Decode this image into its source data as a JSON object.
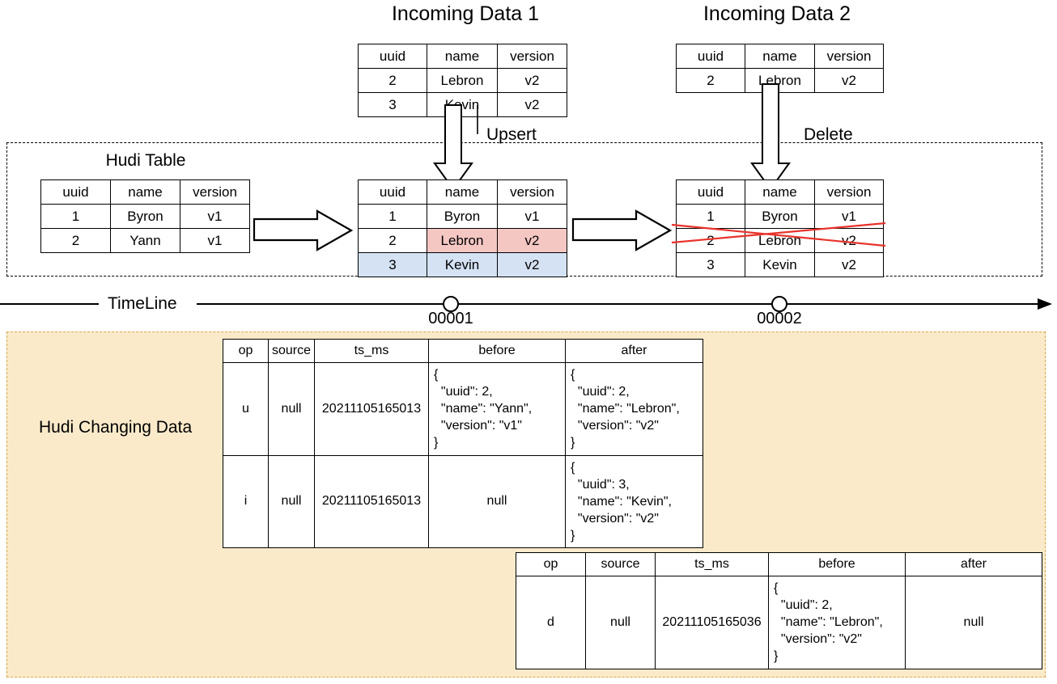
{
  "diagram": {
    "title_incoming_1": "Incoming Data 1",
    "title_incoming_2": "Incoming Data 2",
    "label_hudi_table": "Hudi Table",
    "label_upsert": "Upsert",
    "label_delete": "Delete",
    "label_timeline": "TimeLine",
    "label_changing_data": "Hudi Changing Data",
    "colors": {
      "updated_row": "#f4c7c3",
      "inserted_row": "#d4e2f4",
      "deleted_mark": "#e8332a",
      "cdc_background": "#fbeaca",
      "cdc_border": "#d6a84a",
      "line": "#000000"
    }
  },
  "timeline": {
    "ticks": [
      {
        "label": "00001"
      },
      {
        "label": "00002"
      }
    ]
  },
  "tables": {
    "incoming_1": {
      "headers": [
        "uuid",
        "name",
        "version"
      ],
      "rows": [
        [
          "2",
          "Lebron",
          "v2"
        ],
        [
          "3",
          "Kevin",
          "v2"
        ]
      ]
    },
    "incoming_2": {
      "headers": [
        "uuid",
        "name",
        "version"
      ],
      "rows": [
        [
          "2",
          "Lebron",
          "v2"
        ]
      ]
    },
    "hudi_before": {
      "headers": [
        "uuid",
        "name",
        "version"
      ],
      "rows": [
        [
          "1",
          "Byron",
          "v1"
        ],
        [
          "2",
          "Yann",
          "v1"
        ]
      ]
    },
    "hudi_after_upsert": {
      "headers": [
        "uuid",
        "name",
        "version"
      ],
      "rows": [
        [
          "1",
          "Byron",
          "v1"
        ],
        [
          "2",
          "Lebron",
          "v2"
        ],
        [
          "3",
          "Kevin",
          "v2"
        ]
      ]
    },
    "hudi_after_delete": {
      "headers": [
        "uuid",
        "name",
        "version"
      ],
      "rows": [
        [
          "1",
          "Byron",
          "v1"
        ],
        [
          "2",
          "Lebron",
          "v2"
        ],
        [
          "3",
          "Kevin",
          "v2"
        ]
      ]
    }
  },
  "cdc": {
    "headers": [
      "op",
      "source",
      "ts_ms",
      "before",
      "after"
    ],
    "table_1_rows": [
      {
        "op": "u",
        "source": "null",
        "ts_ms": "20211105165013",
        "before": "{\n  \"uuid\": 2,\n  \"name\": \"Yann\",\n  \"version\": \"v1\"\n}",
        "after": "{\n  \"uuid\": 2,\n  \"name\": \"Lebron\",\n  \"version\": \"v2\"\n}"
      },
      {
        "op": "i",
        "source": "null",
        "ts_ms": "20211105165013",
        "before": "null",
        "after": "{\n  \"uuid\": 3,\n  \"name\": \"Kevin\",\n  \"version\": \"v2\"\n}"
      }
    ],
    "table_2_rows": [
      {
        "op": "d",
        "source": "null",
        "ts_ms": "20211105165036",
        "before": "{\n  \"uuid\": 2,\n  \"name\": \"Lebron\",\n  \"version\": \"v2\"\n}",
        "after": "null"
      }
    ]
  }
}
